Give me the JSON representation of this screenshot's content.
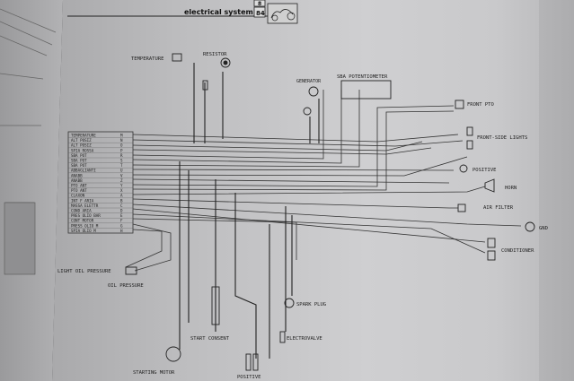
{
  "header": {
    "section_title": "electrical system",
    "page_number": "84",
    "top_number": "8"
  },
  "components": {
    "temperature": "TEMPERATURE",
    "resistor": "RESISTOR",
    "generator": "GENERATOR",
    "sba_potentiometer": "SBA POTENTIOMETER",
    "front_pto": "FRONT PTO",
    "front_side_lights": "FRONT-SIDE LIGHTS",
    "positive_right": "POSITIVE",
    "horn": "HORN",
    "air_filter": "AIR FILTER",
    "gnd": "GND",
    "conditioner": "CONDITIONER",
    "light_oil_pressure": "LIGHT OIL PRESSURE",
    "oil_pressure": "OIL PRESSURE",
    "spark_plug": "SPARK PLUG",
    "electrovalve": "ELECTROVALVE",
    "start_consent": "START CONSENT",
    "starting_motor": "STARTING MOTOR",
    "positive_bottom": "POSITIVE"
  },
  "connector_rows": [
    {
      "label": "TEMPERATURE",
      "pin": "M"
    },
    {
      "label": "ALT POSIZ",
      "pin": "N"
    },
    {
      "label": "ALT POSIZ",
      "pin": "O"
    },
    {
      "label": "SPIA ROSSA",
      "pin": "P"
    },
    {
      "label": "SBA POT",
      "pin": "R"
    },
    {
      "label": "SBA POT",
      "pin": "S"
    },
    {
      "label": "SBA POT",
      "pin": "T"
    },
    {
      "label": "ABBAGLIANTI",
      "pin": "U"
    },
    {
      "label": "ANABB",
      "pin": "V"
    },
    {
      "label": "ANABB",
      "pin": "Z"
    },
    {
      "label": "PTO ANT",
      "pin": "Y"
    },
    {
      "label": "PTO ANT",
      "pin": "X"
    },
    {
      "label": "CLAXON",
      "pin": "A"
    },
    {
      "label": "INT F ARIA",
      "pin": "B"
    },
    {
      "label": "MASSA ELETTR",
      "pin": "C"
    },
    {
      "label": "COND ARIA",
      "pin": "D"
    },
    {
      "label": "PRES OLIO BAR",
      "pin": "E"
    },
    {
      "label": "CONT MOTOR",
      "pin": "F"
    },
    {
      "label": "PRESS OLIO M",
      "pin": "G"
    },
    {
      "label": "SPIA OLIO M",
      "pin": "H"
    }
  ]
}
